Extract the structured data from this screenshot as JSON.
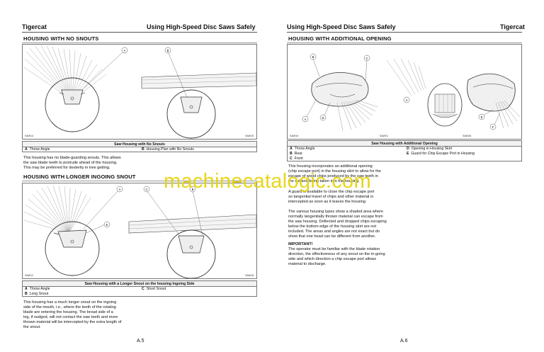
{
  "left": {
    "brand": "Tigercat",
    "header_title": "Using High-Speed Disc Saws Safely",
    "section1": {
      "heading": "HOUSING WITH NO SNOUTS",
      "fig_ids": [
        "SAW14",
        "SAW15"
      ],
      "callouts": [
        "A",
        "B"
      ],
      "caption_title": "Saw Housing with No Snouts",
      "legend": [
        {
          "key": "A",
          "text": "Throw Angle"
        },
        {
          "key": "B",
          "text": "Housing Plan with No Snouts"
        }
      ],
      "paragraph": [
        "This housing has no blade-guarding snouts. This allows",
        "the saw blade teeth to protrude ahead of the housing.",
        "This may be preferred for dexterity in tree getting."
      ]
    },
    "section2": {
      "heading": "HOUSING WITH LONGER INGOING SNOUT",
      "fig_ids": [
        "SAW12",
        "SAW18"
      ],
      "callouts": [
        "A",
        "B",
        "C",
        "E"
      ],
      "caption_title": "Saw Housing with a Longer Snout on the housing Ingoing Side",
      "legend": [
        {
          "key": "A",
          "text": "Throw Angle"
        },
        {
          "key": "C",
          "text": "Short Snout"
        },
        {
          "key": "B",
          "text": "Long Snout"
        }
      ],
      "paragraph": [
        "This housing has a much longer snout on the ingoing",
        "side of the mouth, i.e., where the teeth of the rotating",
        "blade are entering the housing. The broad side of a",
        "log, if nudged, will not contact the saw teeth and more",
        "thrown material will be intercepted by the extra length of",
        "the snout."
      ]
    },
    "page_number": "A.5"
  },
  "right": {
    "brand": "Tigercat",
    "header_title": "Using High-Speed Disc Saws Safely",
    "section1": {
      "heading": "HOUSING WITH ADDITIONAL OPENING",
      "fig_ids": [
        "SAW16",
        "SAW21",
        "SAW28"
      ],
      "callouts": [
        "A",
        "B",
        "C",
        "D",
        "E",
        "F"
      ],
      "caption_title": "Saw Housing with Additional Opening",
      "legend": [
        {
          "key": "A",
          "text": "Throw Angle"
        },
        {
          "key": "D",
          "text": "Opening in Housing Skirt"
        },
        {
          "key": "B",
          "text": "Rear"
        },
        {
          "key": "E",
          "text": "Guard for Chip Escape Port in Housing"
        },
        {
          "key": "C",
          "text": "Front"
        }
      ],
      "paragraphs": [
        [
          "This housing incorporates an additional opening",
          "(chip escape port) in the housing skirt to allow for the",
          "escape of wood chips produced by the saw teeth in",
          "the cut and being taken into the housing."
        ],
        [
          "A guard is available to close the chip escape port",
          "so tangential travel of chips and other material is",
          "intercepted as soon as it leaves the housing."
        ],
        [
          "The various housing types show a shaded area where",
          "normally tangentially thrown material can escape from",
          "the saw housing. Deflected and dropped chips escaping",
          "below the bottom edge of the housing skirt are not",
          "included. The areas and angles are not exact but do",
          "show that one head can be different from another."
        ]
      ],
      "important_label": "IMPORTANT!",
      "important_text": [
        "The operator must be familiar with the blade rotation",
        "direction, the effectiveness of any snout on the in-going",
        "side and which direction a chip escape port allows",
        "material to discharge."
      ]
    },
    "page_number": "A.6"
  },
  "watermark": "machinecatalogic.com"
}
